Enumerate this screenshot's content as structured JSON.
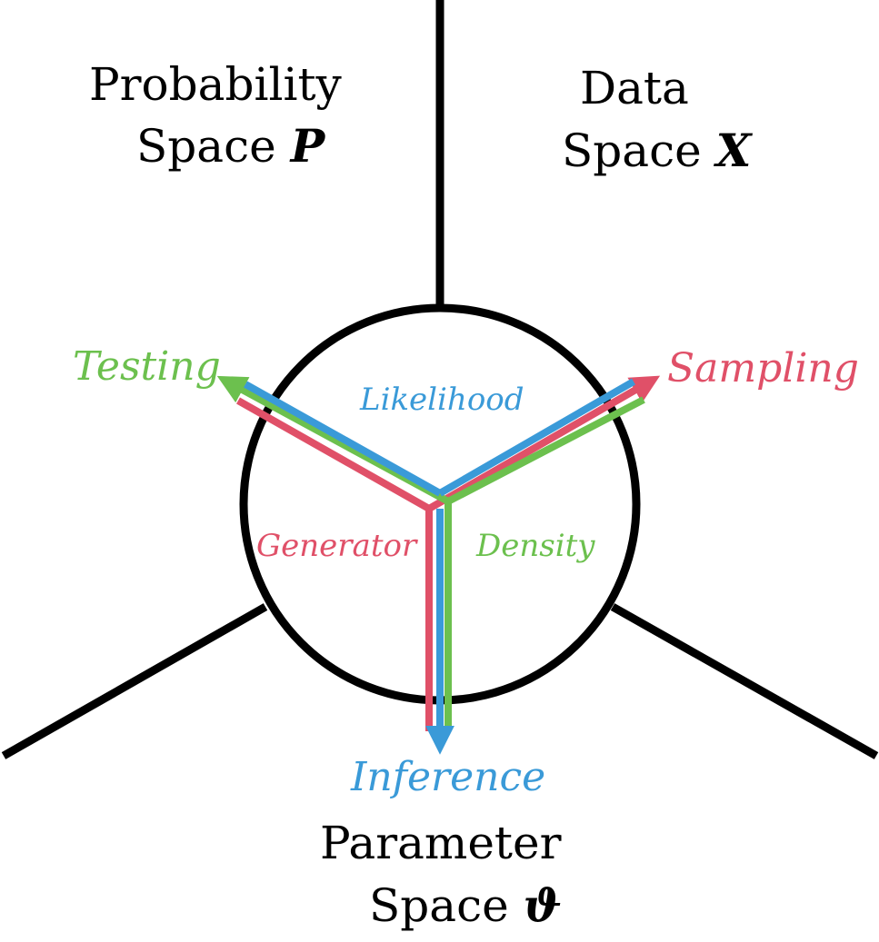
{
  "colors": {
    "red": "#e05068",
    "green": "#6cc04e",
    "blue": "#3a9ad8",
    "black": "#000000"
  },
  "spaces": {
    "probability": {
      "line1": "Probability",
      "word": "Space",
      "symbol": "P"
    },
    "data": {
      "line1": "Data",
      "word": "Space",
      "symbol": "X"
    },
    "parameter": {
      "line1": "Parameter",
      "word": "Space",
      "symbol": "ϑ"
    }
  },
  "arrow_labels": {
    "testing": "Testing",
    "sampling": "Sampling",
    "inference": "Inference"
  },
  "inner_labels": {
    "likelihood": "Likelihood",
    "generator": "Generator",
    "density": "Density"
  }
}
